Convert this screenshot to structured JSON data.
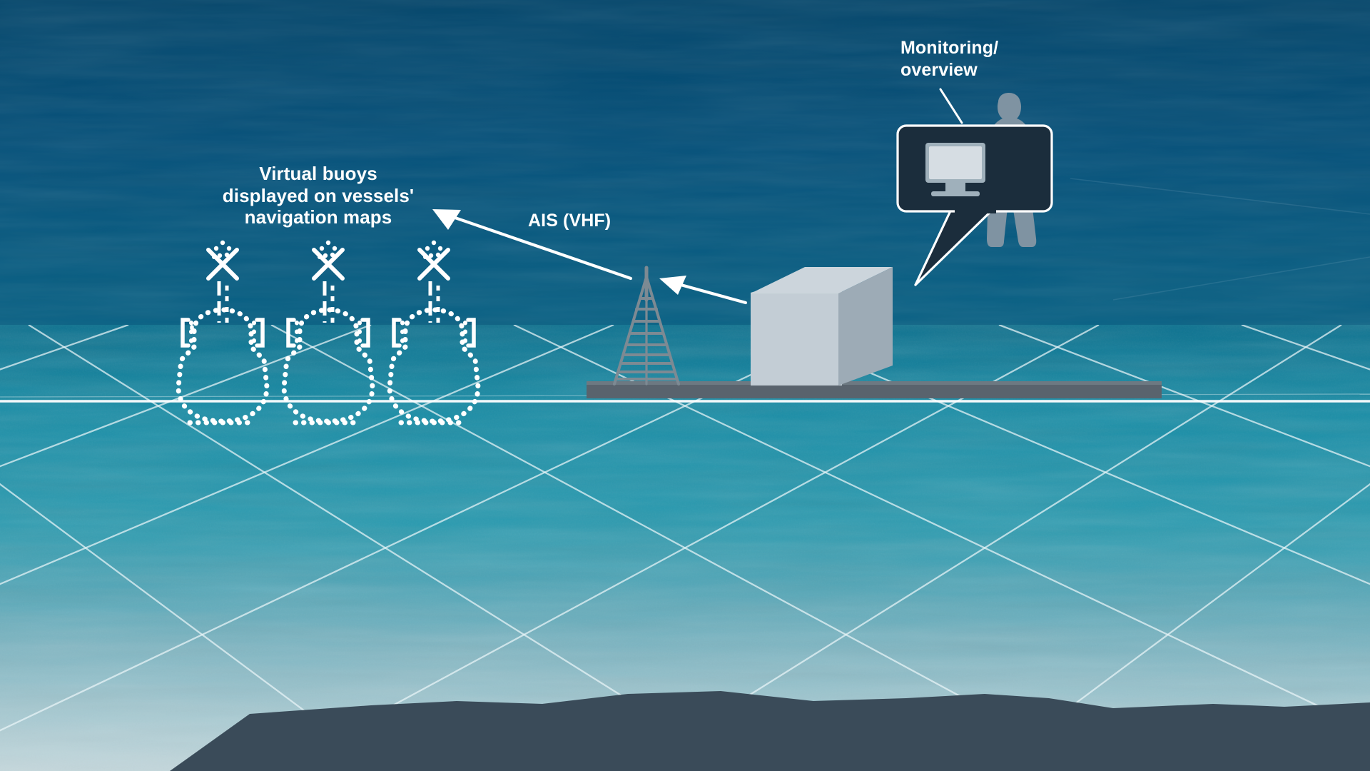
{
  "diagram": {
    "title": "Virtual buoy AIS monitoring scene",
    "background": {
      "sky_color": "#07496e",
      "water_top_color": "#0c6e90",
      "water_mid_color": "#1893ab",
      "water_bottom_color": "#8fb9c4",
      "grid_color": "#e8f4f7",
      "horizon_line_color": "#ffffff"
    }
  },
  "labels": {
    "virtual_buoys": "Virtual buoys\ndisplayed on vessels'\nnavigation maps",
    "ais": "AIS (VHF)",
    "monitoring": "Monitoring/\noverview"
  },
  "objects": {
    "buoys": {
      "name": "virtual-buoy",
      "count": 3,
      "style": "dotted-outline",
      "color": "#ffffff",
      "topmark": "x-cross-topmark"
    },
    "tower": {
      "name": "ais-radio-tower",
      "color": "#7d8a93",
      "rungs": 10
    },
    "building": {
      "name": "shore-station-building",
      "front_color": "#c3cdd5",
      "side_color": "#9dabb6",
      "top_color": "#d6dee4"
    },
    "platform": {
      "name": "quay-platform",
      "color": "#59636d"
    },
    "seabed": {
      "name": "seabed",
      "color": "#3a4b59"
    },
    "speech_bubble": {
      "name": "monitoring-speech-bubble",
      "fill": "#1b2d3c",
      "border": "#ffffff",
      "monitor_screen_color": "#d6dde3",
      "monitor_frame_color": "#9fb0bb"
    },
    "person": {
      "name": "operator-silhouette",
      "color": "#7f93a2"
    }
  },
  "connectors": [
    {
      "name": "arrow-ais-to-buoys",
      "from": "ais-radio-tower",
      "to": "virtual-buoys",
      "label": "AIS (VHF)",
      "color": "#ffffff"
    },
    {
      "name": "arrow-building-to-tower",
      "from": "shore-station-building",
      "to": "ais-radio-tower",
      "color": "#ffffff"
    },
    {
      "name": "leader-monitoring-label",
      "from": "monitoring-label",
      "to": "monitoring-speech-bubble",
      "color": "#ffffff"
    }
  ]
}
